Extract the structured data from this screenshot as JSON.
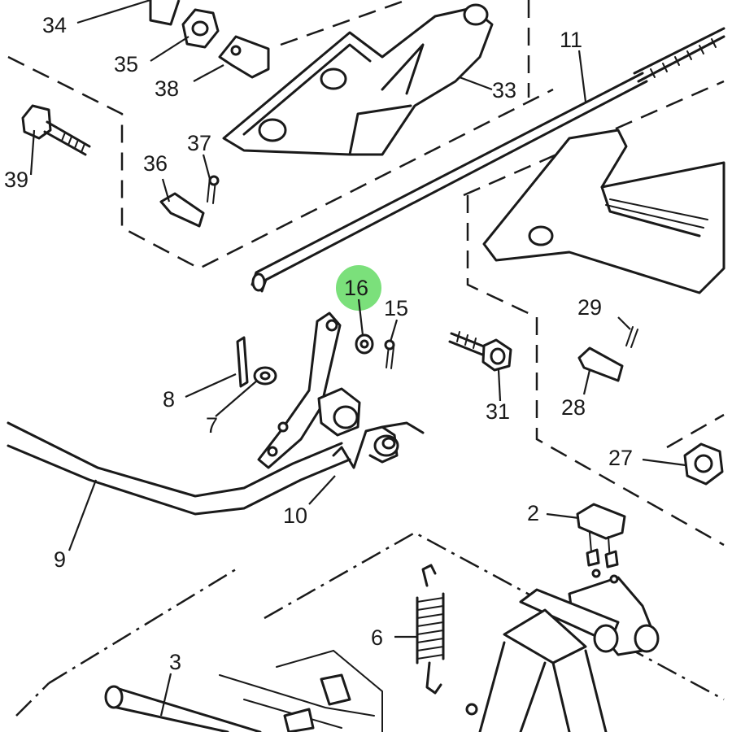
{
  "colors": {
    "line": "#1a1a1a",
    "highlight": "#7be07b",
    "background": "#ffffff"
  },
  "highlighted_part": "16",
  "callouts": {
    "c34": "34",
    "c35": "35",
    "c38": "38",
    "c33": "33",
    "c11": "11",
    "c39": "39",
    "c37": "37",
    "c36": "36",
    "c16": "16",
    "c15": "15",
    "c29": "29",
    "c8": "8",
    "c7": "7",
    "c31": "31",
    "c28": "28",
    "c27": "27",
    "c10": "10",
    "c9": "9",
    "c2": "2",
    "c6": "6",
    "c3": "3"
  }
}
